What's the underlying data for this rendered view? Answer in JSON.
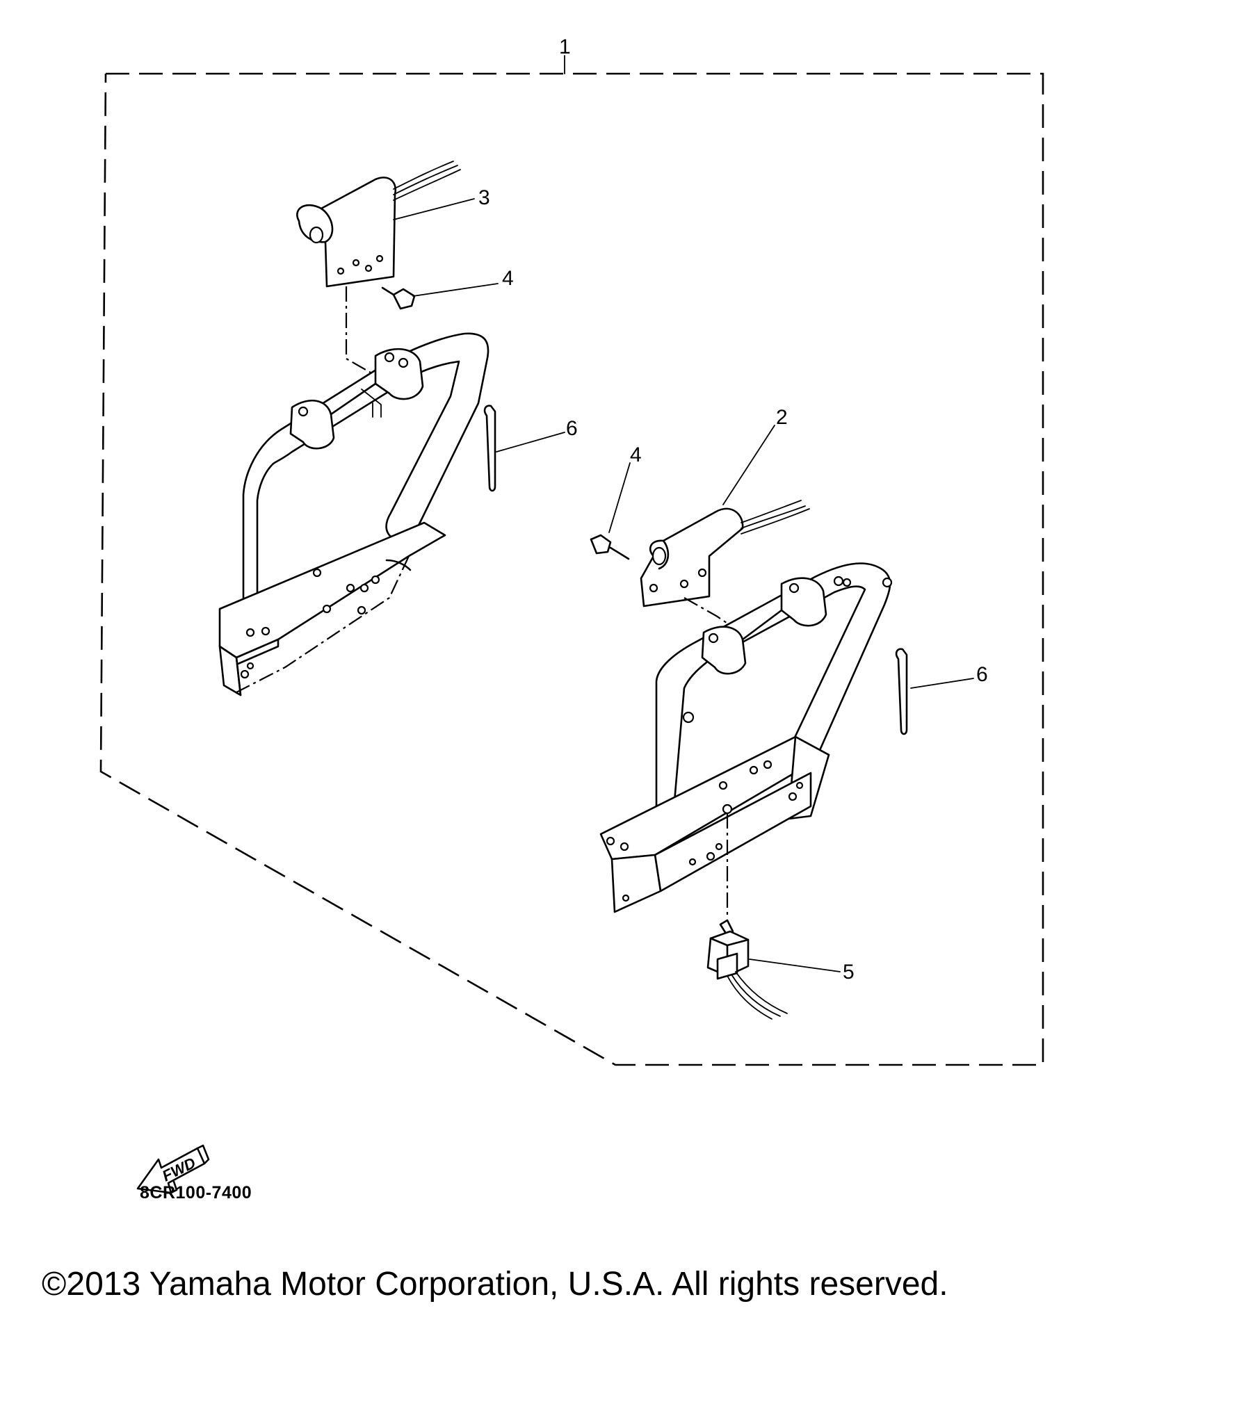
{
  "diagram": {
    "callouts": [
      {
        "id": "1",
        "label": "1"
      },
      {
        "id": "2",
        "label": "2"
      },
      {
        "id": "3",
        "label": "3"
      },
      {
        "id": "4a",
        "label": "4"
      },
      {
        "id": "4b",
        "label": "4"
      },
      {
        "id": "5",
        "label": "5"
      },
      {
        "id": "6a",
        "label": "6"
      },
      {
        "id": "6b",
        "label": "6"
      }
    ],
    "forward_arrow_label": "FWD",
    "reference_code": "8CR100-7400"
  },
  "footer": {
    "copyright": "©2013 Yamaha Motor Corporation, U.S.A. All rights reserved."
  },
  "icons": {
    "forward_arrow": "fwd-arrow-icon"
  }
}
